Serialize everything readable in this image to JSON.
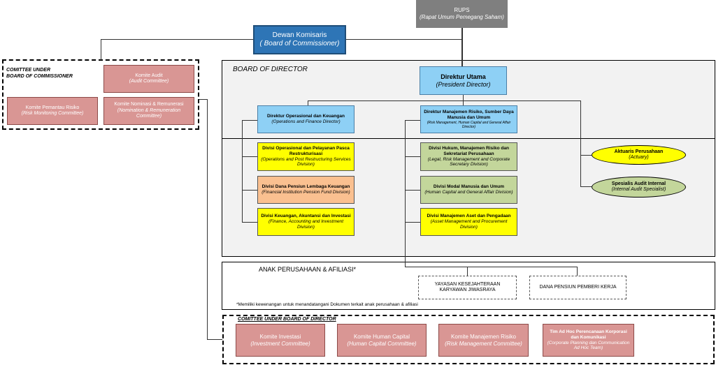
{
  "rups": {
    "title": "RUPS",
    "subtitle": "(Rapat Umum Pemegang Saham)"
  },
  "commissioner": {
    "title": "Dewan Komisaris",
    "subtitle": "( Board of Commissioner)"
  },
  "committee_boc": {
    "heading_line1": "COMITTEE UNDER",
    "heading_line2": "BOARD OF COMMISSIONER",
    "audit": {
      "title": "Komite Audit",
      "subtitle": "(Audit Committee)"
    },
    "risk": {
      "title": "Komite Pemantau Risiko",
      "subtitle": "(Risk Monitoring Committee)"
    },
    "nomination": {
      "title": "Komite Nominasi & Remunerasi",
      "subtitle": "(Nomination & Remuneration Committee)"
    }
  },
  "bod": {
    "heading": "BOARD OF DIRECTOR",
    "president": {
      "title": "Direktur Utama",
      "subtitle": "(President Director)"
    },
    "ops_finance": {
      "title": "Direktur Operasional dan Keuangan",
      "subtitle": "(Operations and Finance Director)"
    },
    "risk_hc": {
      "title": "Direktur Manajemen Risiko, Sumber Daya Manusia dan Umum",
      "subtitle": "(Risk Management, Human Capital and General Affair Director)"
    }
  },
  "divisions": {
    "ops_service": {
      "title": "Divisi Operasional dan Pelayanan Pasca Restrukturisasi",
      "subtitle": "(Operations and Post Restructuring Services Division)"
    },
    "pension": {
      "title": "Divisi Dana Pensiun Lembaga Keuangan",
      "subtitle": "(Financial Institution Pension Fund Division)"
    },
    "finance": {
      "title": "Divisi Keuangan, Akuntansi dan Investasi",
      "subtitle": "(Finance, Accounting and Investment Division)"
    },
    "legal": {
      "title": "Divisi Hukum, Manajemen Risiko dan Sekretariat Perusahaan",
      "subtitle": "(Legal, Risk Management and Corporate Secretary Division)"
    },
    "hc": {
      "title": "Divisi Modal Manusia dan Umum",
      "subtitle": "(Human Capital and General Affair Division)"
    },
    "asset": {
      "title": "Divisi Manajemen Aset dan Pengadaan",
      "subtitle": "(Asset Management and Procurement Division)"
    }
  },
  "specialists": {
    "actuary": {
      "title": "Aktuaris Perusahaan",
      "subtitle": "(Actuary)"
    },
    "audit": {
      "title": "Spesialis Audit Internal",
      "subtitle": "(Internal Audit Specialist)"
    }
  },
  "affiliates": {
    "heading": "ANAK PERUSAHAAN & AFILIASI*",
    "yayasan_line1": "YAYASAN KESEJAHTERAAN",
    "yayasan_line2": "KARYAWAN JIWASRAYA",
    "dana_pensiun": "DANA PENSIUN PEMBERI KERJA",
    "footnote": "*Memiliki kewenangan untuk menandatangani Dokumen terkait anak perusahaan & afiliasi"
  },
  "committee_bod": {
    "heading": "COMITTEE UNDER BOARD OF DIRECTOR",
    "investment": {
      "title": "Komite Investasi",
      "subtitle": "(Investment Committee)"
    },
    "human_capital": {
      "title": "Komite Human Capital",
      "subtitle": "(Human Capital Committee)"
    },
    "risk": {
      "title": "Komite Manajemen Risiko",
      "subtitle": "(Risk Management Committee)"
    },
    "adhoc": {
      "title": "Tim Ad Hoc Perencanaan Korporasi dan Komunikasi",
      "subtitle": "(Corporate Planning dan Communication Ad Hoc Team)"
    }
  },
  "colors": {
    "blue_dark": "#2e75b6",
    "blue_light": "#8ed0f5",
    "gray": "#7f7f7f",
    "pink": "#d99694",
    "yellow": "#ffff00",
    "orange": "#fac090",
    "green": "#c3d69b"
  }
}
